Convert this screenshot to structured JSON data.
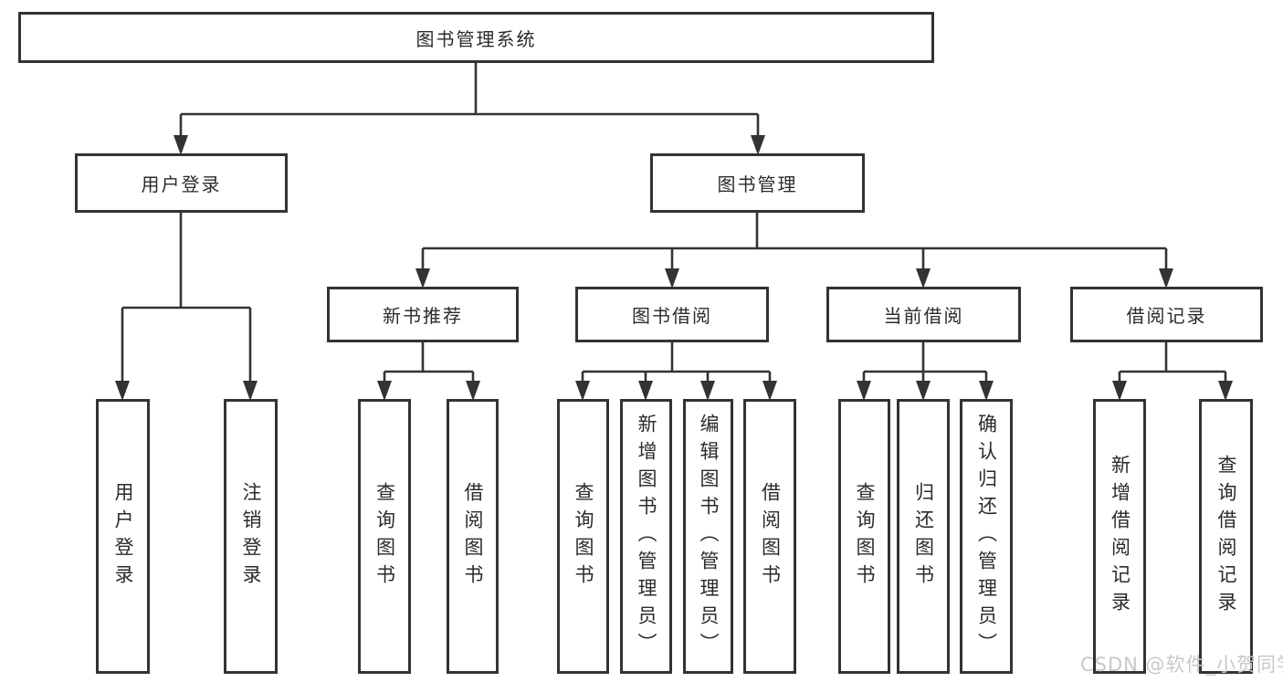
{
  "diagram": {
    "root": {
      "label": "图书管理系统"
    },
    "level2": [
      {
        "id": "user-login",
        "label": "用户登录"
      },
      {
        "id": "book-management",
        "label": "图书管理"
      }
    ],
    "level3": [
      {
        "id": "new-book-recommendation",
        "label": "新书推荐"
      },
      {
        "id": "book-borrowing",
        "label": "图书借阅"
      },
      {
        "id": "current-borrowing",
        "label": "当前借阅"
      },
      {
        "id": "borrowing-records",
        "label": "借阅记录"
      }
    ],
    "leaves": {
      "user_login": [
        "用户登录",
        "注销登录"
      ],
      "new_book": [
        "查询图书",
        "借阅图书"
      ],
      "borrow": [
        "查询图书",
        "新增图书（管理员）",
        "编辑图书（管理员）",
        "借阅图书"
      ],
      "current": [
        "查询图书",
        "归还图书",
        "确认归还（管理员）"
      ],
      "records": [
        "新增借阅记录",
        "查询借阅记录"
      ]
    }
  },
  "watermark": "CSDN @软件_小贺同学",
  "colors": {
    "line": "#333333",
    "box_border": "#333333",
    "box_bg": "#ffffff",
    "text": "#2b2b2b",
    "watermark": "#c8c8c8",
    "background": "#ffffff"
  }
}
